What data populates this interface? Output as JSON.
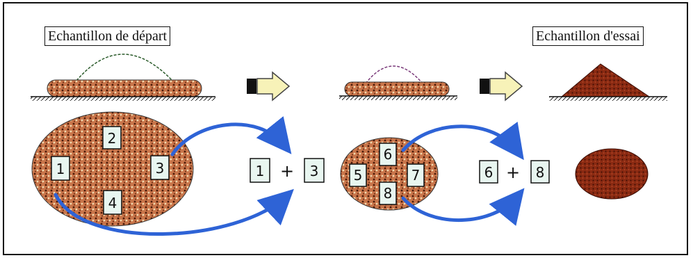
{
  "labels": {
    "start_sample": "Echantillon de départ",
    "test_sample": "Echantillon d'essai"
  },
  "colors": {
    "arrow_blue": "#2e63d6",
    "pile_fill": "#c9754a",
    "pile_dark": "#7a2410",
    "fat_arrow_fill": "#f7f2b8"
  },
  "big_ellipse": {
    "quarters": [
      "1",
      "2",
      "3",
      "4"
    ]
  },
  "mid_ellipse": {
    "quarters": [
      "5",
      "6",
      "7",
      "8"
    ]
  },
  "combo1": {
    "left": "1",
    "op": "+",
    "right": "3"
  },
  "combo2": {
    "left": "6",
    "op": "+",
    "right": "8"
  }
}
